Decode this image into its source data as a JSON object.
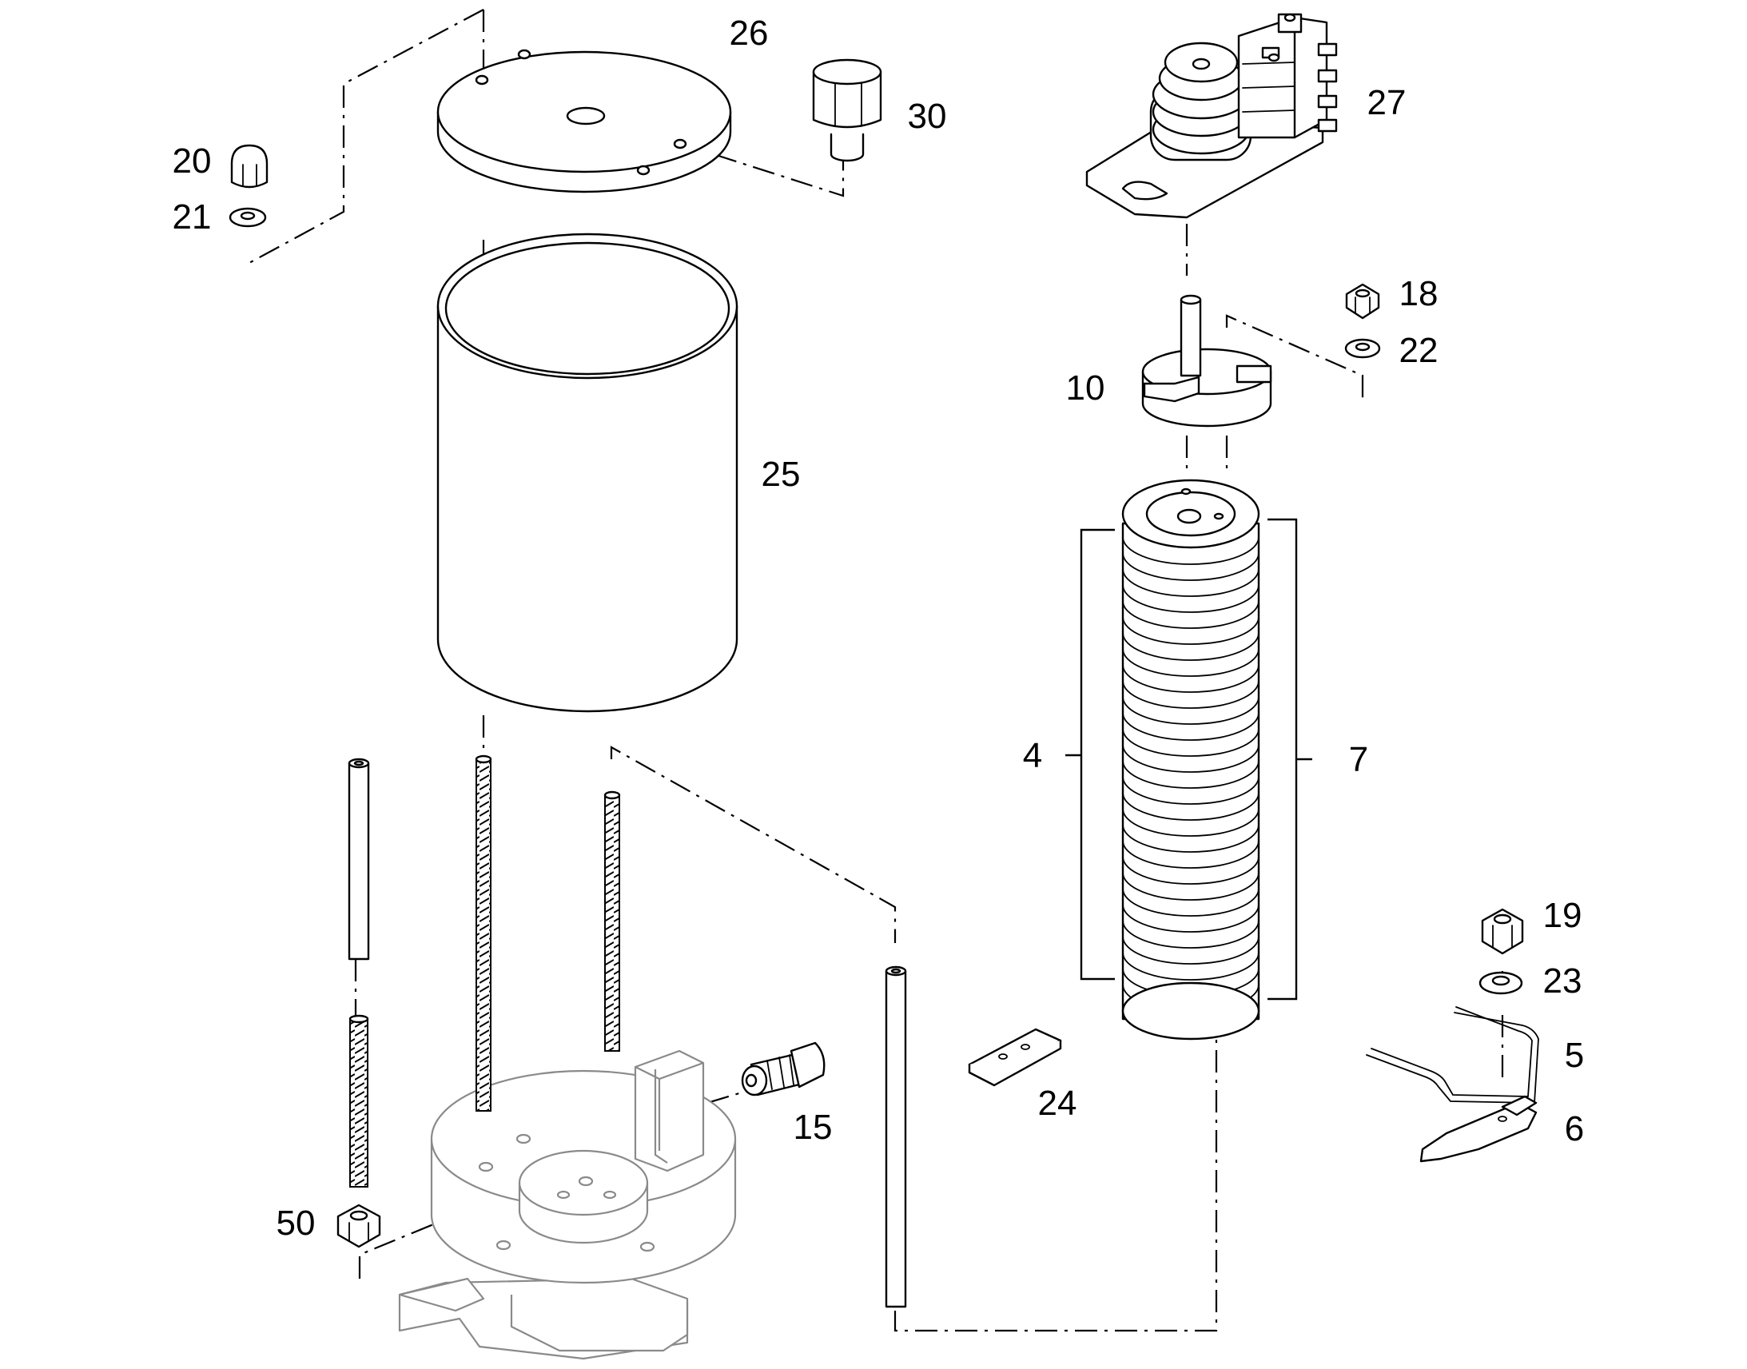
{
  "colors": {
    "line": "#000000",
    "ghost": "#8a8a8a",
    "background": "#ffffff"
  },
  "callouts": {
    "c26": "26",
    "c30": "30",
    "c20": "20",
    "c21": "21",
    "c25": "25",
    "c27": "27",
    "c18": "18",
    "c22": "22",
    "c10": "10",
    "c4": "4",
    "c7": "7",
    "c19": "19",
    "c23": "23",
    "c5": "5",
    "c6": "6",
    "c24": "24",
    "c15": "15",
    "c50": "50"
  }
}
